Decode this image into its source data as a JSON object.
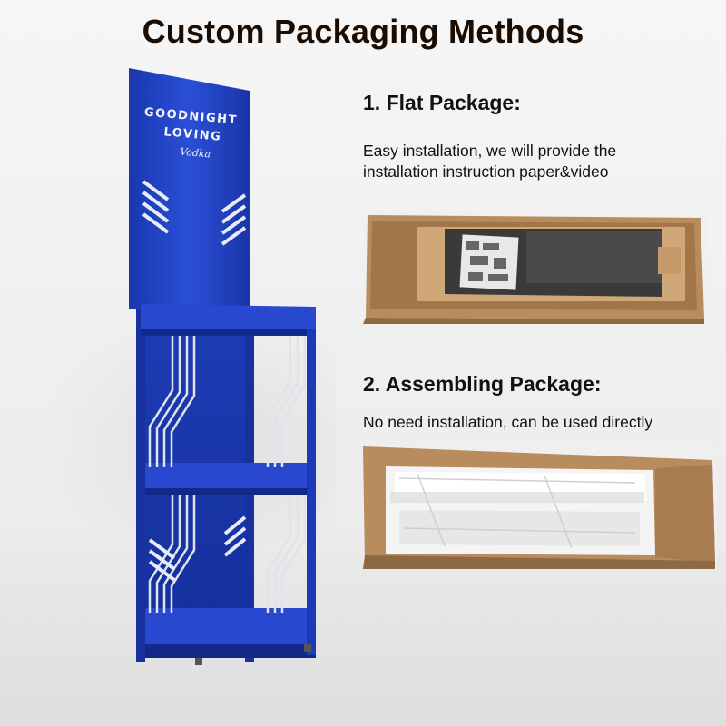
{
  "title": "Custom Packaging Methods",
  "sections": [
    {
      "heading": "1. Flat Package:",
      "description_lines": [
        "Easy installation, we will provide the",
        "installation instruction paper&video"
      ]
    },
    {
      "heading": "2. Assembling Package:",
      "description_lines": [
        "No need installation, can be used directly"
      ]
    }
  ],
  "stand_logo": {
    "line1": "GOODNIGHT",
    "line2": "LOVING",
    "line3": "Vodka"
  },
  "colors": {
    "stand_blue": "#1f3fbf",
    "cardboard": "#b98c5e",
    "title_text": "#1a0c00"
  }
}
